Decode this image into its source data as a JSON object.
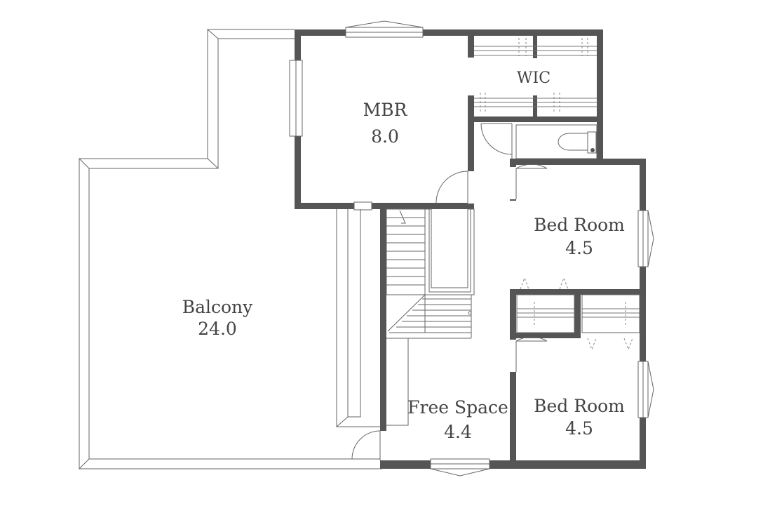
{
  "rooms": {
    "mbr": {
      "name": "MBR",
      "area": "8.0"
    },
    "wic": {
      "name": "WIC"
    },
    "balcony": {
      "name": "Balcony",
      "area": "24.0"
    },
    "bed_room_1": {
      "name": "Bed Room",
      "area": "4.5"
    },
    "bed_room_2": {
      "name": "Bed Room",
      "area": "4.5"
    },
    "free_space": {
      "name": "Free Space",
      "area": "4.4"
    }
  },
  "colors": {
    "wall": "#555555",
    "line": "#666666",
    "text": "#444444"
  }
}
